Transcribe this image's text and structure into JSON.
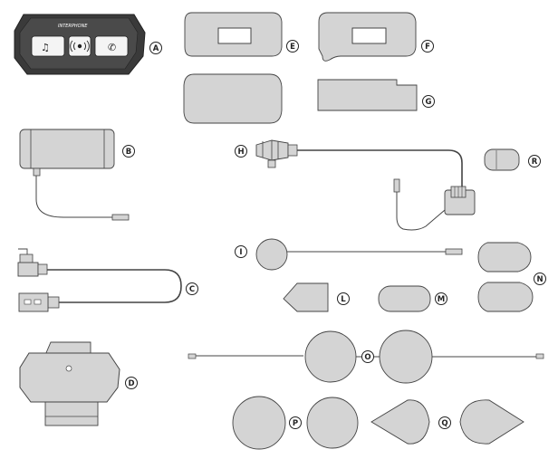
{
  "brand": "INTERPHONE",
  "callouts": {
    "A": "A",
    "B": "B",
    "C": "C",
    "D": "D",
    "E": "E",
    "F": "F",
    "G": "G",
    "H": "H",
    "I": "I",
    "L": "L",
    "M": "M",
    "N": "N",
    "O": "O",
    "P": "P",
    "Q": "Q",
    "R": "R"
  },
  "icons": [
    "music-note-icon",
    "intercom-icon",
    "phone-icon"
  ],
  "colors": {
    "part_fill": "#d4d4d4",
    "part_stroke": "#444444",
    "dark_unit": "#3a3a3a",
    "callout_fill": "#ffffff",
    "callout_stroke": "#222222"
  }
}
